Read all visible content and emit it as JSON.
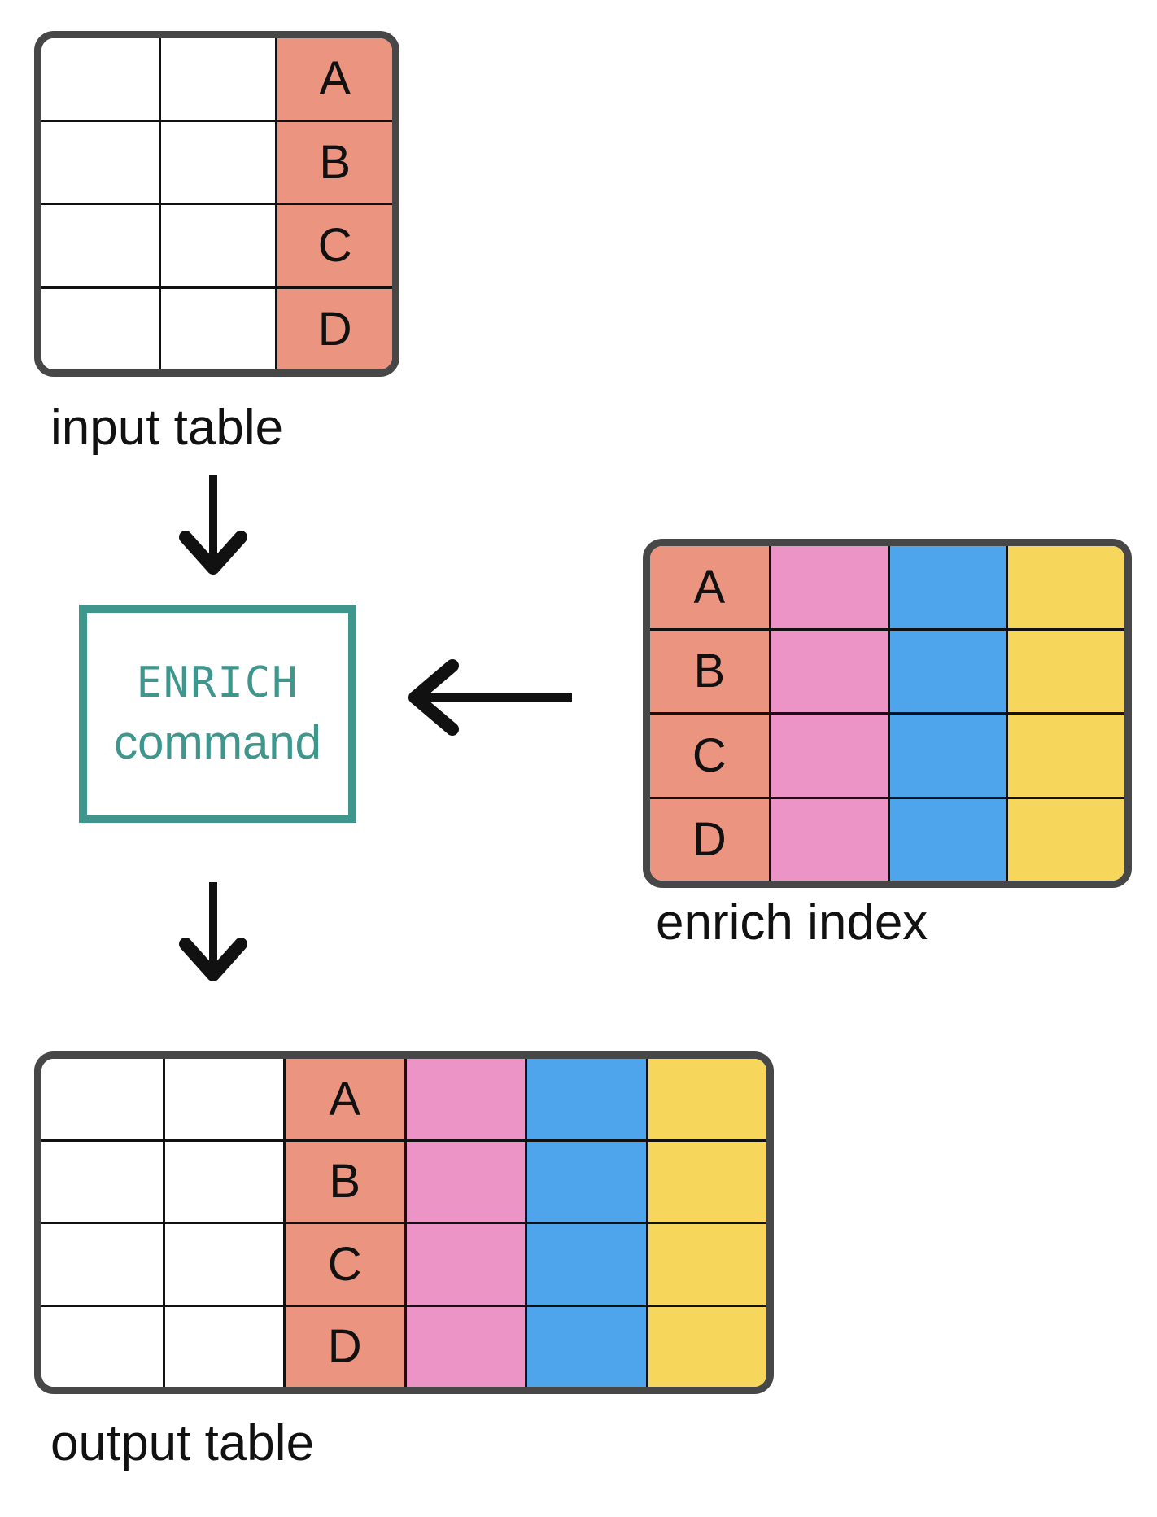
{
  "colors": {
    "background": "#FFFFFF",
    "white": "#FFFFFF",
    "salmon": "#EB9480",
    "pink": "#EC94C6",
    "blue": "#4FA5EC",
    "yellow": "#F7D65C",
    "teal": "#3E968C",
    "table_border": "#474747",
    "grid_line": "#111111",
    "text": "#111111"
  },
  "input_table": {
    "label": "input table",
    "rows": 4,
    "columns": [
      {
        "color": "white",
        "values": [
          "",
          "",
          "",
          ""
        ]
      },
      {
        "color": "white",
        "values": [
          "",
          "",
          "",
          ""
        ]
      },
      {
        "color": "salmon",
        "values": [
          "A",
          "B",
          "C",
          "D"
        ]
      }
    ]
  },
  "enrich_command": {
    "line1": "ENRICH",
    "line2": "command"
  },
  "enrich_index": {
    "label": "enrich index",
    "rows": 4,
    "columns": [
      {
        "color": "salmon",
        "values": [
          "A",
          "B",
          "C",
          "D"
        ]
      },
      {
        "color": "pink",
        "values": [
          "",
          "",
          "",
          ""
        ]
      },
      {
        "color": "blue",
        "values": [
          "",
          "",
          "",
          ""
        ]
      },
      {
        "color": "yellow",
        "values": [
          "",
          "",
          "",
          ""
        ]
      }
    ]
  },
  "output_table": {
    "label": "output table",
    "rows": 4,
    "columns": [
      {
        "color": "white",
        "values": [
          "",
          "",
          "",
          ""
        ]
      },
      {
        "color": "white",
        "values": [
          "",
          "",
          "",
          ""
        ]
      },
      {
        "color": "salmon",
        "values": [
          "A",
          "B",
          "C",
          "D"
        ]
      },
      {
        "color": "pink",
        "values": [
          "",
          "",
          "",
          ""
        ]
      },
      {
        "color": "blue",
        "values": [
          "",
          "",
          "",
          ""
        ]
      },
      {
        "color": "yellow",
        "values": [
          "",
          "",
          "",
          ""
        ]
      }
    ]
  }
}
